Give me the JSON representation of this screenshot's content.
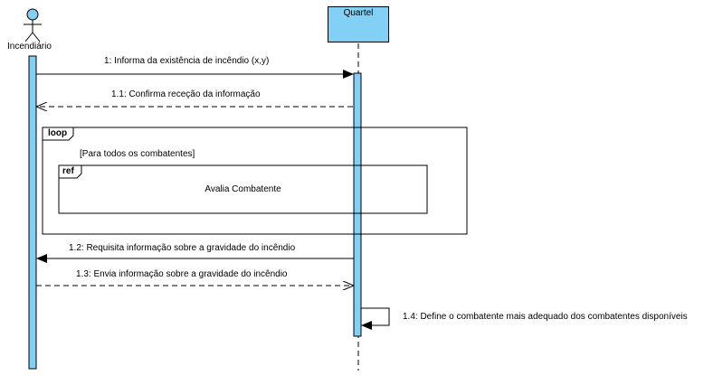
{
  "participants": {
    "actor": {
      "name": "Incendiário"
    },
    "quartel": {
      "name": "Quartel"
    }
  },
  "messages": [
    {
      "label": "1: Informa da existência de incêndio (x,y)"
    },
    {
      "label": "1.1: Confirma receção da informação"
    },
    {
      "label": "1.2: Requisita informação sobre a gravidade do incêndio"
    },
    {
      "label": "1.3: Envia informação sobre a gravidade do incêndio"
    },
    {
      "label": "1.4: Define o combatente mais adequado dos combatentes disponíveis"
    }
  ],
  "loop_frame": {
    "tag": "loop",
    "guard": "[Para todos os combatentes]"
  },
  "ref_frame": {
    "tag": "ref",
    "text": "Avalia Combatente"
  },
  "colors": {
    "lifeline_fill": "#83d0f6",
    "line": "#000000",
    "background": "#ffffff"
  }
}
